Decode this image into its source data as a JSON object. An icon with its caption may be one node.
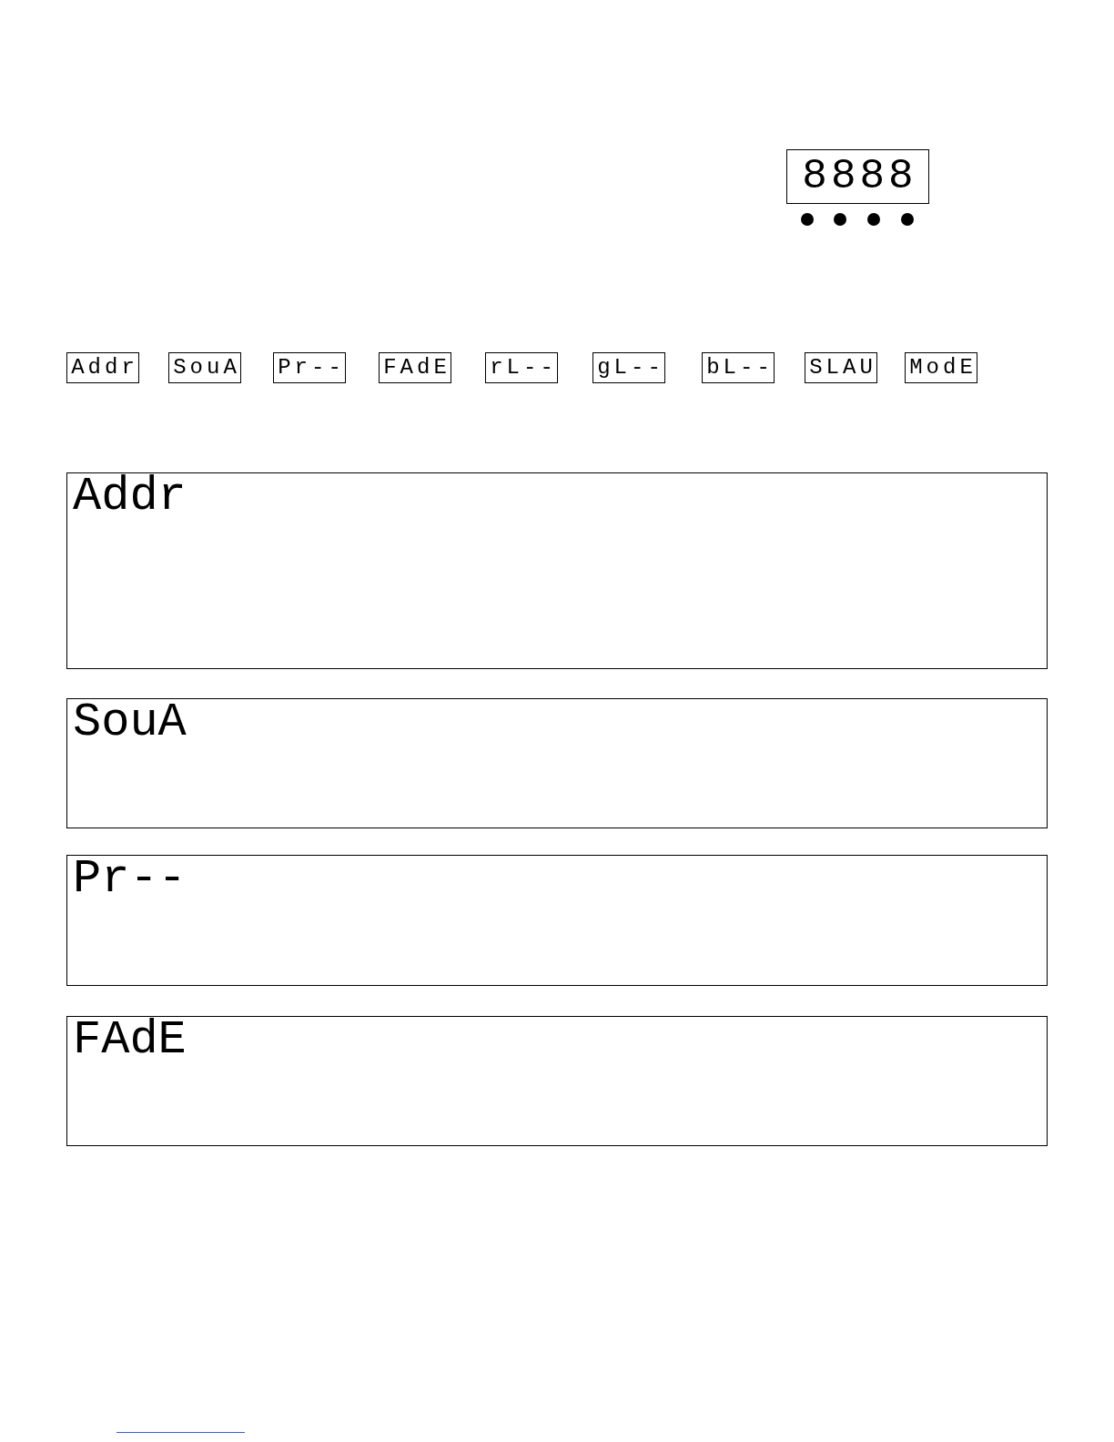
{
  "diagram": {
    "nodes": [
      {
        "text": [
          "8888"
        ]
      },
      {
        "text": [
          "Addr"
        ]
      },
      {
        "text": [
          "SouA"
        ]
      },
      {
        "text": [
          "Pr--"
        ]
      },
      {
        "text": [
          "FAdE"
        ]
      },
      {
        "text": [
          "rL--"
        ]
      },
      {
        "text": [
          "gL--"
        ]
      },
      {
        "text": [
          "bL--"
        ]
      },
      {
        "text": [
          "SLAU"
        ]
      },
      {
        "text": [
          "ModE"
        ]
      },
      {
        "text": [
          "Addr"
        ]
      },
      {
        "text": [
          "SouA"
        ]
      },
      {
        "text": [
          "Pr--"
        ]
      },
      {
        "text": [
          "FAdE"
        ]
      }
    ]
  }
}
